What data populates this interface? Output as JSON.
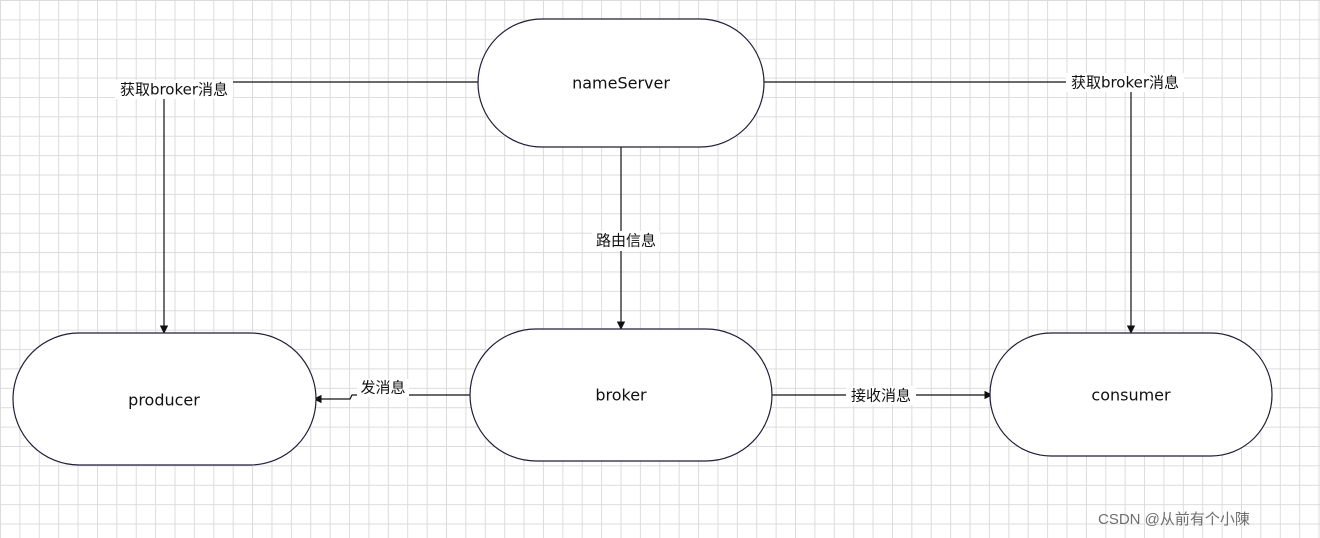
{
  "nodes": {
    "nameserver": {
      "label": "nameServer"
    },
    "producer": {
      "label": "producer"
    },
    "broker": {
      "label": "broker"
    },
    "consumer": {
      "label": "consumer"
    }
  },
  "edges": {
    "nameserver_to_producer": {
      "label": "获取broker消息"
    },
    "nameserver_to_consumer": {
      "label": "获取broker消息"
    },
    "nameserver_to_broker": {
      "label": "路由信息"
    },
    "broker_to_producer": {
      "label": "发消息"
    },
    "broker_to_consumer": {
      "label": "接收消息"
    }
  },
  "watermark": "CSDN @从前有个小陳",
  "colors": {
    "node_stroke": "#1f1f3a",
    "edge": "#111111",
    "grid": "#dcdcdc"
  }
}
